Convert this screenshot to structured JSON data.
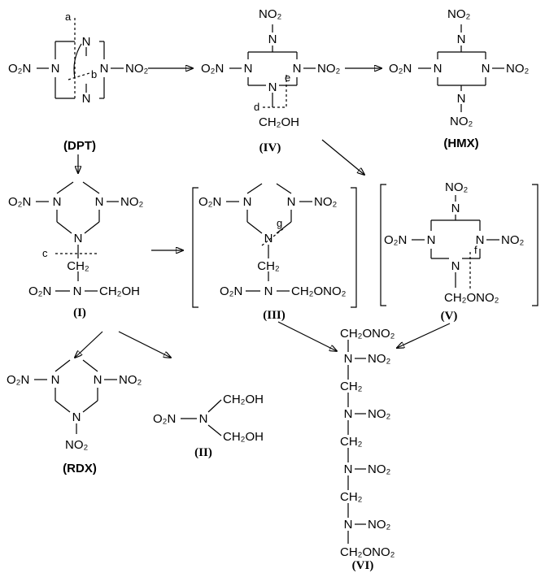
{
  "labels": {
    "dpt": "(DPT)",
    "iv": "(IV)",
    "hmx": "(HMX)",
    "i": "(I)",
    "iii": "(III)",
    "v": "(V)",
    "rdx": "(RDX)",
    "ii": "(II)",
    "vi": "(VI)"
  },
  "atoms": {
    "n": "N",
    "no2_group": "NO₂",
    "o2n_group": "O₂N",
    "ch2oh": "CH₂OH",
    "ch2": "CH₂",
    "ch2ono2": "CH₂ONO₂",
    "oh": "OH"
  },
  "cleavage_letters": [
    "a",
    "b",
    "c",
    "d",
    "e",
    "f",
    "g"
  ]
}
